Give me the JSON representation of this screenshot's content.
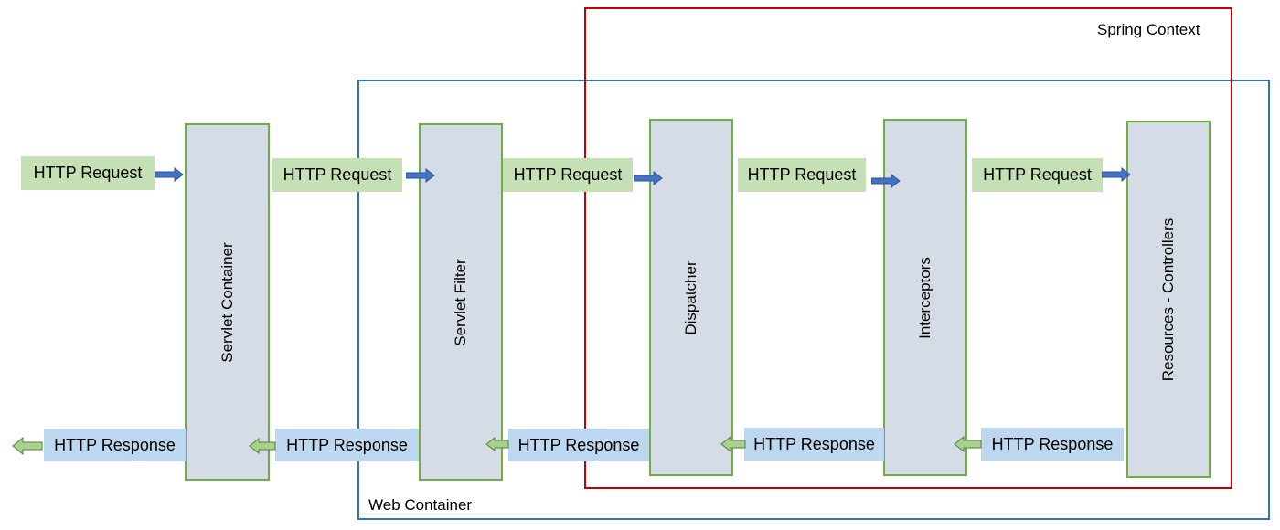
{
  "frames": {
    "spring_context": {
      "label": "Spring Context",
      "color": "#c00000"
    },
    "web_container": {
      "label": "Web Container",
      "color": "#2e75b6"
    }
  },
  "components": [
    {
      "id": "servlet-container",
      "label": "Servlet Container"
    },
    {
      "id": "servlet-filter",
      "label": "Servlet Filter"
    },
    {
      "id": "dispatcher",
      "label": "Dispatcher"
    },
    {
      "id": "interceptors",
      "label": "Interceptors"
    },
    {
      "id": "resources-controllers",
      "label": "Resources - Controllers"
    }
  ],
  "requests": [
    {
      "label": "HTTP Request"
    },
    {
      "label": "HTTP Request"
    },
    {
      "label": "HTTP Request"
    },
    {
      "label": "HTTP Request"
    },
    {
      "label": "HTTP Request"
    }
  ],
  "responses": [
    {
      "label": "HTTP Response"
    },
    {
      "label": "HTTP Response"
    },
    {
      "label": "HTTP Response"
    },
    {
      "label": "HTTP Response"
    },
    {
      "label": "HTTP Response"
    }
  ],
  "colors": {
    "request_fill": "#c5e0b4",
    "response_fill": "#bdd7ee",
    "component_fill": "#d6dce5",
    "component_border": "#70ad47",
    "request_arrow": "#4472c4",
    "response_arrow": "#a9d18e"
  }
}
